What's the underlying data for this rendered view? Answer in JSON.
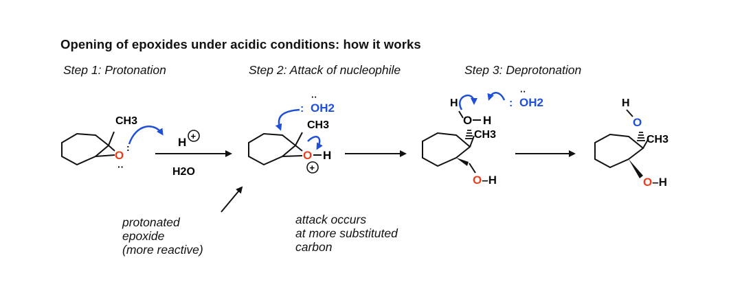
{
  "title": "Opening of epoxides under acidic conditions: how it works",
  "steps": {
    "step1": "Step 1: Protonation",
    "step2": "Step 2: Attack of nucleophile",
    "step3": "Step 3: Deprotonation"
  },
  "notes": {
    "protonated": [
      "protonated",
      "epoxide",
      "(more reactive)"
    ],
    "attack": [
      "attack occurs",
      "at more substituted",
      "carbon"
    ]
  },
  "labels": {
    "ch3": "CH3",
    "o": "O",
    "h": "H",
    "plus": "+",
    "h2o_reagent": "H2O",
    "oh2": "OH2",
    "o_h": "O–H",
    "colon": ":",
    "lone_pair": "··"
  },
  "colors": {
    "oxygen": "#e8401c",
    "arrow_blue": "#1f4fd6",
    "ink": "#111111"
  }
}
